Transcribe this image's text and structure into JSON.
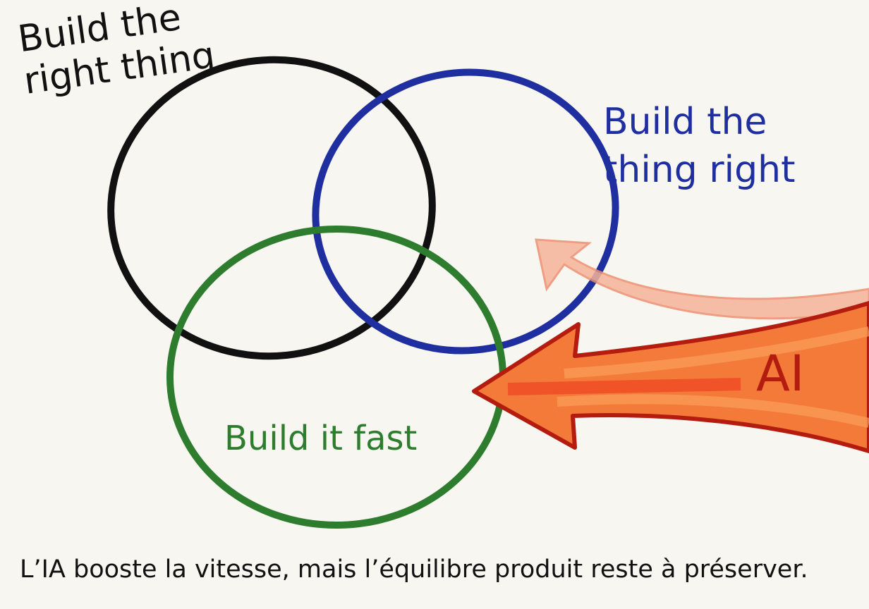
{
  "circles": [
    {
      "label": "Build the right thing",
      "color": "#111111"
    },
    {
      "label": "Build the thing right",
      "color": "#1f2fa0"
    },
    {
      "label": "Build it fast",
      "color": "#2e7d2e"
    }
  ],
  "arrow": {
    "label": "AI",
    "color": "#f0612a",
    "outline": "#b51c10",
    "secondary_color": "#f4a98a"
  },
  "caption": "L’IA booste la vitesse, mais l’équilibre produit reste à préserver."
}
